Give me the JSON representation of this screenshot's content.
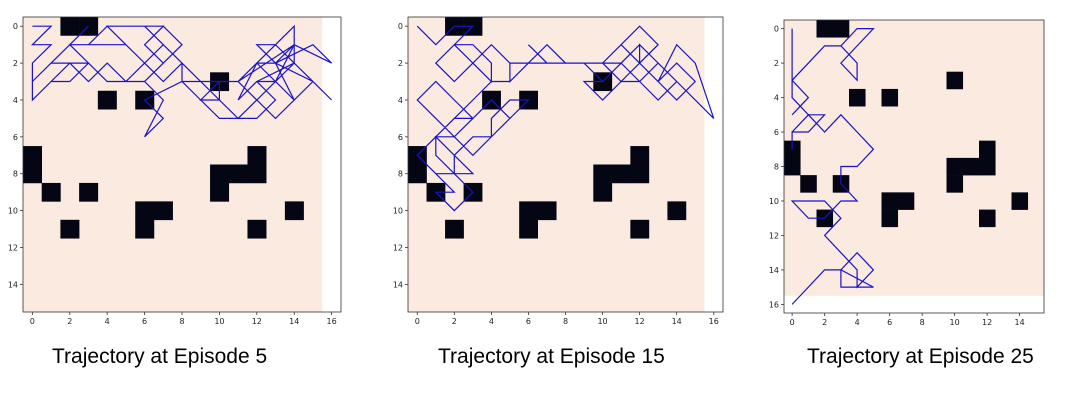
{
  "chart_data": [
    {
      "type": "heatmap",
      "title": "",
      "caption": "Trajectory at Episode 5",
      "xlabel": "",
      "ylabel": "",
      "grid": false,
      "y_inverted": true,
      "xlim": [
        -0.5,
        16.5
      ],
      "ylim": [
        15.5,
        -0.5
      ],
      "xticks": [
        0,
        2,
        4,
        6,
        8,
        10,
        12,
        14,
        16
      ],
      "yticks": [
        0,
        2,
        4,
        6,
        8,
        10,
        12,
        14
      ],
      "background_extent": {
        "x": [
          -0.5,
          15.5
        ],
        "y": [
          -0.5,
          15.5
        ]
      },
      "obstacle_cells": [
        [
          2,
          0
        ],
        [
          3,
          0
        ],
        [
          10,
          3
        ],
        [
          4,
          4
        ],
        [
          6,
          4
        ],
        [
          0,
          7
        ],
        [
          0,
          8
        ],
        [
          12,
          7
        ],
        [
          10,
          8
        ],
        [
          11,
          8
        ],
        [
          12,
          8
        ],
        [
          10,
          9
        ],
        [
          1,
          9
        ],
        [
          3,
          9
        ],
        [
          6,
          10
        ],
        [
          7,
          10
        ],
        [
          14,
          10
        ],
        [
          6,
          11
        ],
        [
          2,
          11
        ],
        [
          12,
          11
        ]
      ],
      "trajectory": [
        [
          0,
          0
        ],
        [
          1,
          0
        ],
        [
          0,
          1
        ],
        [
          1,
          1
        ],
        [
          0,
          2
        ],
        [
          0,
          4
        ],
        [
          1,
          3
        ],
        [
          2,
          2
        ],
        [
          3,
          2
        ],
        [
          2,
          1
        ],
        [
          3,
          0
        ],
        [
          2,
          1
        ],
        [
          3,
          1
        ],
        [
          4,
          0
        ],
        [
          5,
          1
        ],
        [
          4,
          0
        ],
        [
          7,
          0
        ],
        [
          6,
          1
        ],
        [
          7,
          2
        ],
        [
          6,
          3
        ],
        [
          7,
          4
        ],
        [
          6,
          6
        ],
        [
          7,
          5
        ],
        [
          6,
          4
        ],
        [
          8,
          3
        ],
        [
          9,
          4
        ],
        [
          10,
          5
        ],
        [
          12,
          5
        ],
        [
          13,
          4
        ],
        [
          12,
          3
        ],
        [
          14,
          2
        ],
        [
          14,
          0
        ],
        [
          13,
          1
        ],
        [
          12,
          2
        ],
        [
          11,
          3
        ],
        [
          10,
          3
        ],
        [
          9,
          4
        ],
        [
          10,
          3
        ],
        [
          11,
          3
        ],
        [
          14,
          1
        ],
        [
          13,
          2
        ],
        [
          15,
          3
        ],
        [
          16,
          4
        ],
        [
          14,
          2
        ],
        [
          13,
          3
        ],
        [
          12,
          2
        ],
        [
          11,
          4
        ],
        [
          12,
          3
        ],
        [
          13,
          3
        ],
        [
          14,
          1
        ],
        [
          16,
          2
        ],
        [
          15,
          1
        ],
        [
          13,
          2
        ],
        [
          12,
          1
        ],
        [
          13,
          1
        ],
        [
          14,
          2
        ],
        [
          15,
          3
        ],
        [
          14,
          4
        ],
        [
          13,
          3
        ],
        [
          12,
          4
        ],
        [
          11,
          3
        ],
        [
          12,
          2
        ],
        [
          13,
          2
        ],
        [
          14,
          4
        ],
        [
          13,
          5
        ],
        [
          12,
          4
        ],
        [
          11,
          5
        ],
        [
          10,
          4
        ],
        [
          10,
          3
        ],
        [
          9,
          3
        ],
        [
          8,
          2
        ],
        [
          7,
          1
        ],
        [
          6,
          2
        ],
        [
          7,
          3
        ],
        [
          8,
          2
        ],
        [
          9,
          3
        ],
        [
          10,
          3
        ],
        [
          9,
          4
        ],
        [
          10,
          4
        ],
        [
          9,
          3
        ],
        [
          8,
          3
        ],
        [
          8,
          2
        ],
        [
          7,
          1
        ],
        [
          6,
          0
        ],
        [
          7,
          0
        ],
        [
          8,
          1
        ],
        [
          7,
          2
        ],
        [
          6,
          3
        ],
        [
          5,
          3
        ],
        [
          4,
          2
        ],
        [
          3,
          3
        ],
        [
          2,
          2
        ],
        [
          1,
          2
        ],
        [
          0,
          3
        ],
        [
          1,
          2
        ],
        [
          2,
          1
        ],
        [
          3,
          1
        ],
        [
          4,
          1
        ],
        [
          5,
          1
        ],
        [
          6,
          2
        ],
        [
          5,
          3
        ],
        [
          4,
          3
        ],
        [
          3,
          2
        ],
        [
          2,
          3
        ],
        [
          1,
          3
        ]
      ]
    },
    {
      "type": "heatmap",
      "title": "",
      "caption": "Trajectory at Episode 15",
      "xlabel": "",
      "ylabel": "",
      "grid": false,
      "y_inverted": true,
      "xlim": [
        -0.5,
        16.5
      ],
      "ylim": [
        15.5,
        -0.5
      ],
      "xticks": [
        0,
        2,
        4,
        6,
        8,
        10,
        12,
        14,
        16
      ],
      "yticks": [
        0,
        2,
        4,
        6,
        8,
        10,
        12,
        14
      ],
      "background_extent": {
        "x": [
          -0.5,
          15.5
        ],
        "y": [
          -0.5,
          15.5
        ]
      },
      "obstacle_cells": [
        [
          2,
          0
        ],
        [
          3,
          0
        ],
        [
          10,
          3
        ],
        [
          4,
          4
        ],
        [
          6,
          4
        ],
        [
          0,
          7
        ],
        [
          0,
          8
        ],
        [
          12,
          7
        ],
        [
          10,
          8
        ],
        [
          11,
          8
        ],
        [
          12,
          8
        ],
        [
          10,
          9
        ],
        [
          1,
          9
        ],
        [
          3,
          9
        ],
        [
          6,
          10
        ],
        [
          7,
          10
        ],
        [
          14,
          10
        ],
        [
          6,
          11
        ],
        [
          2,
          11
        ],
        [
          12,
          11
        ]
      ],
      "trajectory": [
        [
          0,
          0
        ],
        [
          1,
          1
        ],
        [
          2,
          0
        ],
        [
          3,
          0
        ],
        [
          2,
          1
        ],
        [
          3,
          2
        ],
        [
          2,
          3
        ],
        [
          1,
          2
        ],
        [
          2,
          1
        ],
        [
          3,
          1
        ],
        [
          4,
          2
        ],
        [
          4,
          3
        ],
        [
          3,
          2
        ],
        [
          4,
          1
        ],
        [
          5,
          2
        ],
        [
          6,
          2
        ],
        [
          5,
          3
        ],
        [
          5,
          2
        ],
        [
          7,
          2
        ],
        [
          6,
          1
        ],
        [
          7,
          2
        ],
        [
          8,
          2
        ],
        [
          11,
          2
        ],
        [
          12,
          1
        ],
        [
          11,
          2
        ],
        [
          10,
          3
        ],
        [
          9,
          3
        ],
        [
          10,
          4
        ],
        [
          11,
          3
        ],
        [
          12,
          2
        ],
        [
          13,
          3
        ],
        [
          14,
          2
        ],
        [
          15,
          3
        ],
        [
          14,
          4
        ],
        [
          13,
          3
        ],
        [
          14,
          1
        ],
        [
          15,
          2
        ],
        [
          16,
          5
        ],
        [
          14,
          3
        ],
        [
          12,
          1
        ],
        [
          12,
          2
        ],
        [
          11,
          1
        ],
        [
          10,
          2
        ],
        [
          11,
          3
        ],
        [
          12,
          3
        ],
        [
          13,
          2
        ],
        [
          14,
          3
        ],
        [
          13,
          4
        ],
        [
          12,
          3
        ],
        [
          11,
          2
        ],
        [
          10,
          2
        ],
        [
          11,
          1
        ],
        [
          12,
          0
        ],
        [
          13,
          1
        ],
        [
          12,
          2
        ],
        [
          11,
          1
        ],
        [
          10,
          2
        ],
        [
          11,
          3
        ],
        [
          10,
          4
        ],
        [
          9,
          3
        ],
        [
          10,
          3
        ],
        [
          9,
          2
        ],
        [
          8,
          2
        ],
        [
          7,
          1
        ],
        [
          6,
          2
        ],
        [
          5,
          3
        ],
        [
          4,
          3
        ],
        [
          3,
          4
        ],
        [
          2,
          5
        ],
        [
          1,
          6
        ],
        [
          1,
          7
        ],
        [
          2,
          8
        ],
        [
          3,
          8
        ],
        [
          2,
          7
        ],
        [
          1,
          6
        ],
        [
          2,
          6
        ],
        [
          3,
          7
        ],
        [
          4,
          6
        ],
        [
          4,
          5
        ],
        [
          5,
          4
        ],
        [
          6,
          4
        ],
        [
          4,
          6
        ],
        [
          3,
          6
        ],
        [
          2,
          7
        ],
        [
          2,
          8
        ],
        [
          1,
          8
        ],
        [
          0,
          7
        ],
        [
          1,
          8
        ],
        [
          2,
          9
        ],
        [
          1,
          9
        ],
        [
          2,
          10
        ],
        [
          3,
          9
        ],
        [
          2,
          8
        ],
        [
          1,
          8
        ],
        [
          0,
          7
        ],
        [
          1,
          6
        ],
        [
          2,
          5
        ],
        [
          3,
          5
        ],
        [
          4,
          4
        ],
        [
          5,
          5
        ],
        [
          4,
          4
        ],
        [
          3,
          5
        ],
        [
          2,
          6
        ],
        [
          1,
          5
        ],
        [
          0,
          4
        ],
        [
          1,
          3
        ],
        [
          2,
          4
        ],
        [
          3,
          5
        ],
        [
          2,
          4
        ],
        [
          1,
          3
        ]
      ]
    },
    {
      "type": "heatmap",
      "title": "",
      "caption": "Trajectory at Episode 25",
      "xlabel": "",
      "ylabel": "",
      "grid": false,
      "y_inverted": true,
      "xlim": [
        -0.5,
        15.5
      ],
      "ylim": [
        16.5,
        -0.5
      ],
      "xticks": [
        0,
        2,
        4,
        6,
        8,
        10,
        12,
        14
      ],
      "yticks": [
        0,
        2,
        4,
        6,
        8,
        10,
        12,
        14,
        16
      ],
      "background_extent": {
        "x": [
          -0.5,
          15.5
        ],
        "y": [
          -0.5,
          15.5
        ]
      },
      "obstacle_cells": [
        [
          2,
          0
        ],
        [
          3,
          0
        ],
        [
          10,
          3
        ],
        [
          4,
          4
        ],
        [
          6,
          4
        ],
        [
          0,
          7
        ],
        [
          0,
          8
        ],
        [
          12,
          7
        ],
        [
          10,
          8
        ],
        [
          11,
          8
        ],
        [
          12,
          8
        ],
        [
          10,
          9
        ],
        [
          1,
          9
        ],
        [
          3,
          9
        ],
        [
          6,
          10
        ],
        [
          7,
          10
        ],
        [
          14,
          10
        ],
        [
          6,
          11
        ],
        [
          2,
          11
        ],
        [
          12,
          11
        ]
      ],
      "trajectory": [
        [
          0,
          16
        ],
        [
          2,
          14
        ],
        [
          3,
          14
        ],
        [
          5,
          15
        ],
        [
          3,
          15
        ],
        [
          3,
          14
        ],
        [
          4,
          13
        ],
        [
          5,
          14
        ],
        [
          4,
          15
        ],
        [
          4,
          14
        ],
        [
          3,
          13
        ],
        [
          2,
          12
        ],
        [
          3,
          11
        ],
        [
          2,
          10
        ],
        [
          1,
          10
        ],
        [
          0,
          10
        ],
        [
          1,
          11
        ],
        [
          2,
          11
        ],
        [
          3,
          10
        ],
        [
          4,
          10
        ],
        [
          3,
          9
        ],
        [
          3,
          8
        ],
        [
          4,
          8
        ],
        [
          5,
          7
        ],
        [
          4,
          6
        ],
        [
          3,
          5
        ],
        [
          2,
          6
        ],
        [
          1,
          5
        ],
        [
          0,
          6
        ],
        [
          0,
          7
        ],
        [
          0,
          6
        ],
        [
          1,
          6
        ],
        [
          2,
          5
        ],
        [
          1,
          5
        ],
        [
          0,
          4
        ],
        [
          0,
          3
        ],
        [
          1,
          2
        ],
        [
          2,
          1
        ],
        [
          3,
          1
        ],
        [
          4,
          2
        ],
        [
          4,
          3
        ],
        [
          3,
          2
        ],
        [
          4,
          1
        ],
        [
          5,
          0
        ],
        [
          4,
          0
        ],
        [
          3,
          1
        ],
        [
          2,
          1
        ],
        [
          1,
          2
        ],
        [
          0,
          3
        ],
        [
          1,
          4
        ],
        [
          0,
          5
        ],
        [
          1,
          4
        ],
        [
          0,
          3
        ],
        [
          0,
          0
        ]
      ]
    }
  ],
  "colors": {
    "background": "#faeadf",
    "obstacle": "#040614",
    "trajectory": "#1a13c9",
    "axis": "#333333",
    "text": "#000000"
  }
}
